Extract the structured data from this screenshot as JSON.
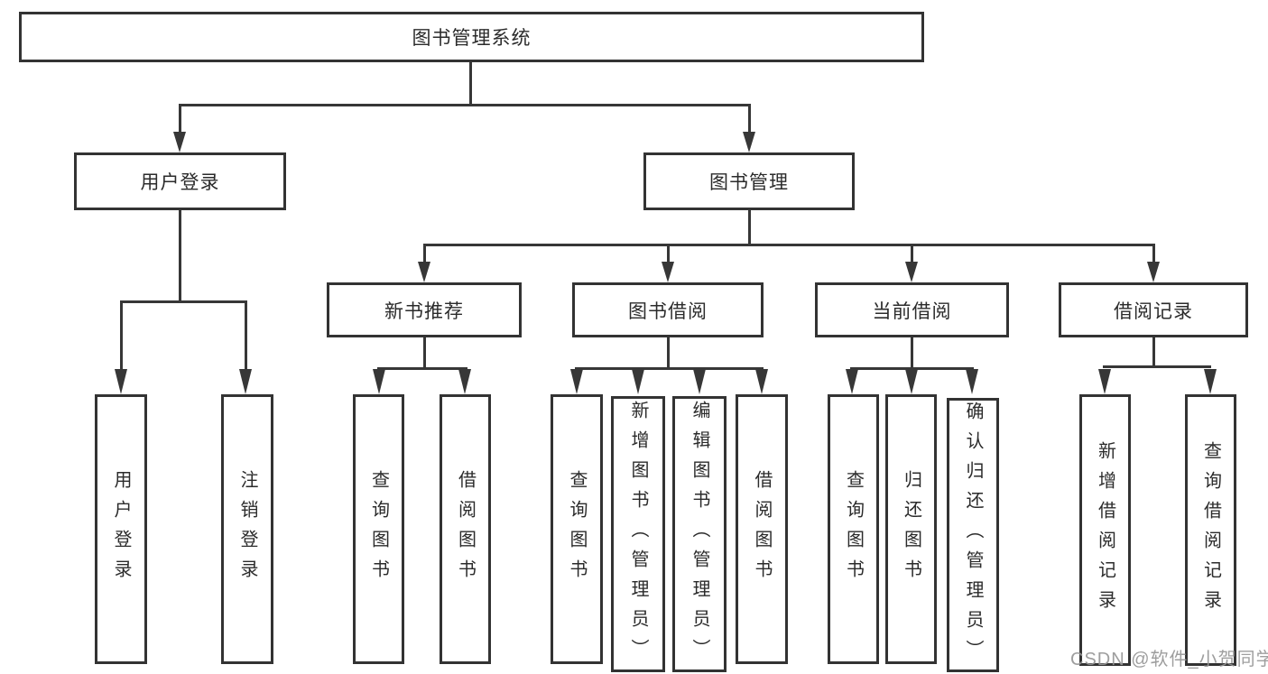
{
  "tree": {
    "root": {
      "label": "图书管理系统"
    },
    "branches": [
      {
        "label": "用户登录",
        "children": [
          {
            "label": "用户登录"
          },
          {
            "label": "注销登录"
          }
        ]
      },
      {
        "label": "图书管理",
        "sections": [
          {
            "label": "新书推荐",
            "children": [
              {
                "label": "查询图书"
              },
              {
                "label": "借阅图书"
              }
            ]
          },
          {
            "label": "图书借阅",
            "children": [
              {
                "label": "查询图书"
              },
              {
                "label": "新增图书（管理员）"
              },
              {
                "label": "编辑图书（管理员）"
              },
              {
                "label": "借阅图书"
              }
            ]
          },
          {
            "label": "当前借阅",
            "children": [
              {
                "label": "查询图书"
              },
              {
                "label": "归还图书"
              },
              {
                "label": "确认归还（管理员）"
              }
            ]
          },
          {
            "label": "借阅记录",
            "children": [
              {
                "label": "新增借阅记录"
              },
              {
                "label": "查询借阅记录"
              }
            ]
          }
        ]
      }
    ],
    "watermark": "CSDN @软件_小贺同学",
    "colors": {
      "background": "#ffffff",
      "line": "#373737",
      "border": "#333333",
      "text": "#2b2b2b",
      "watermark": "#969696"
    }
  }
}
